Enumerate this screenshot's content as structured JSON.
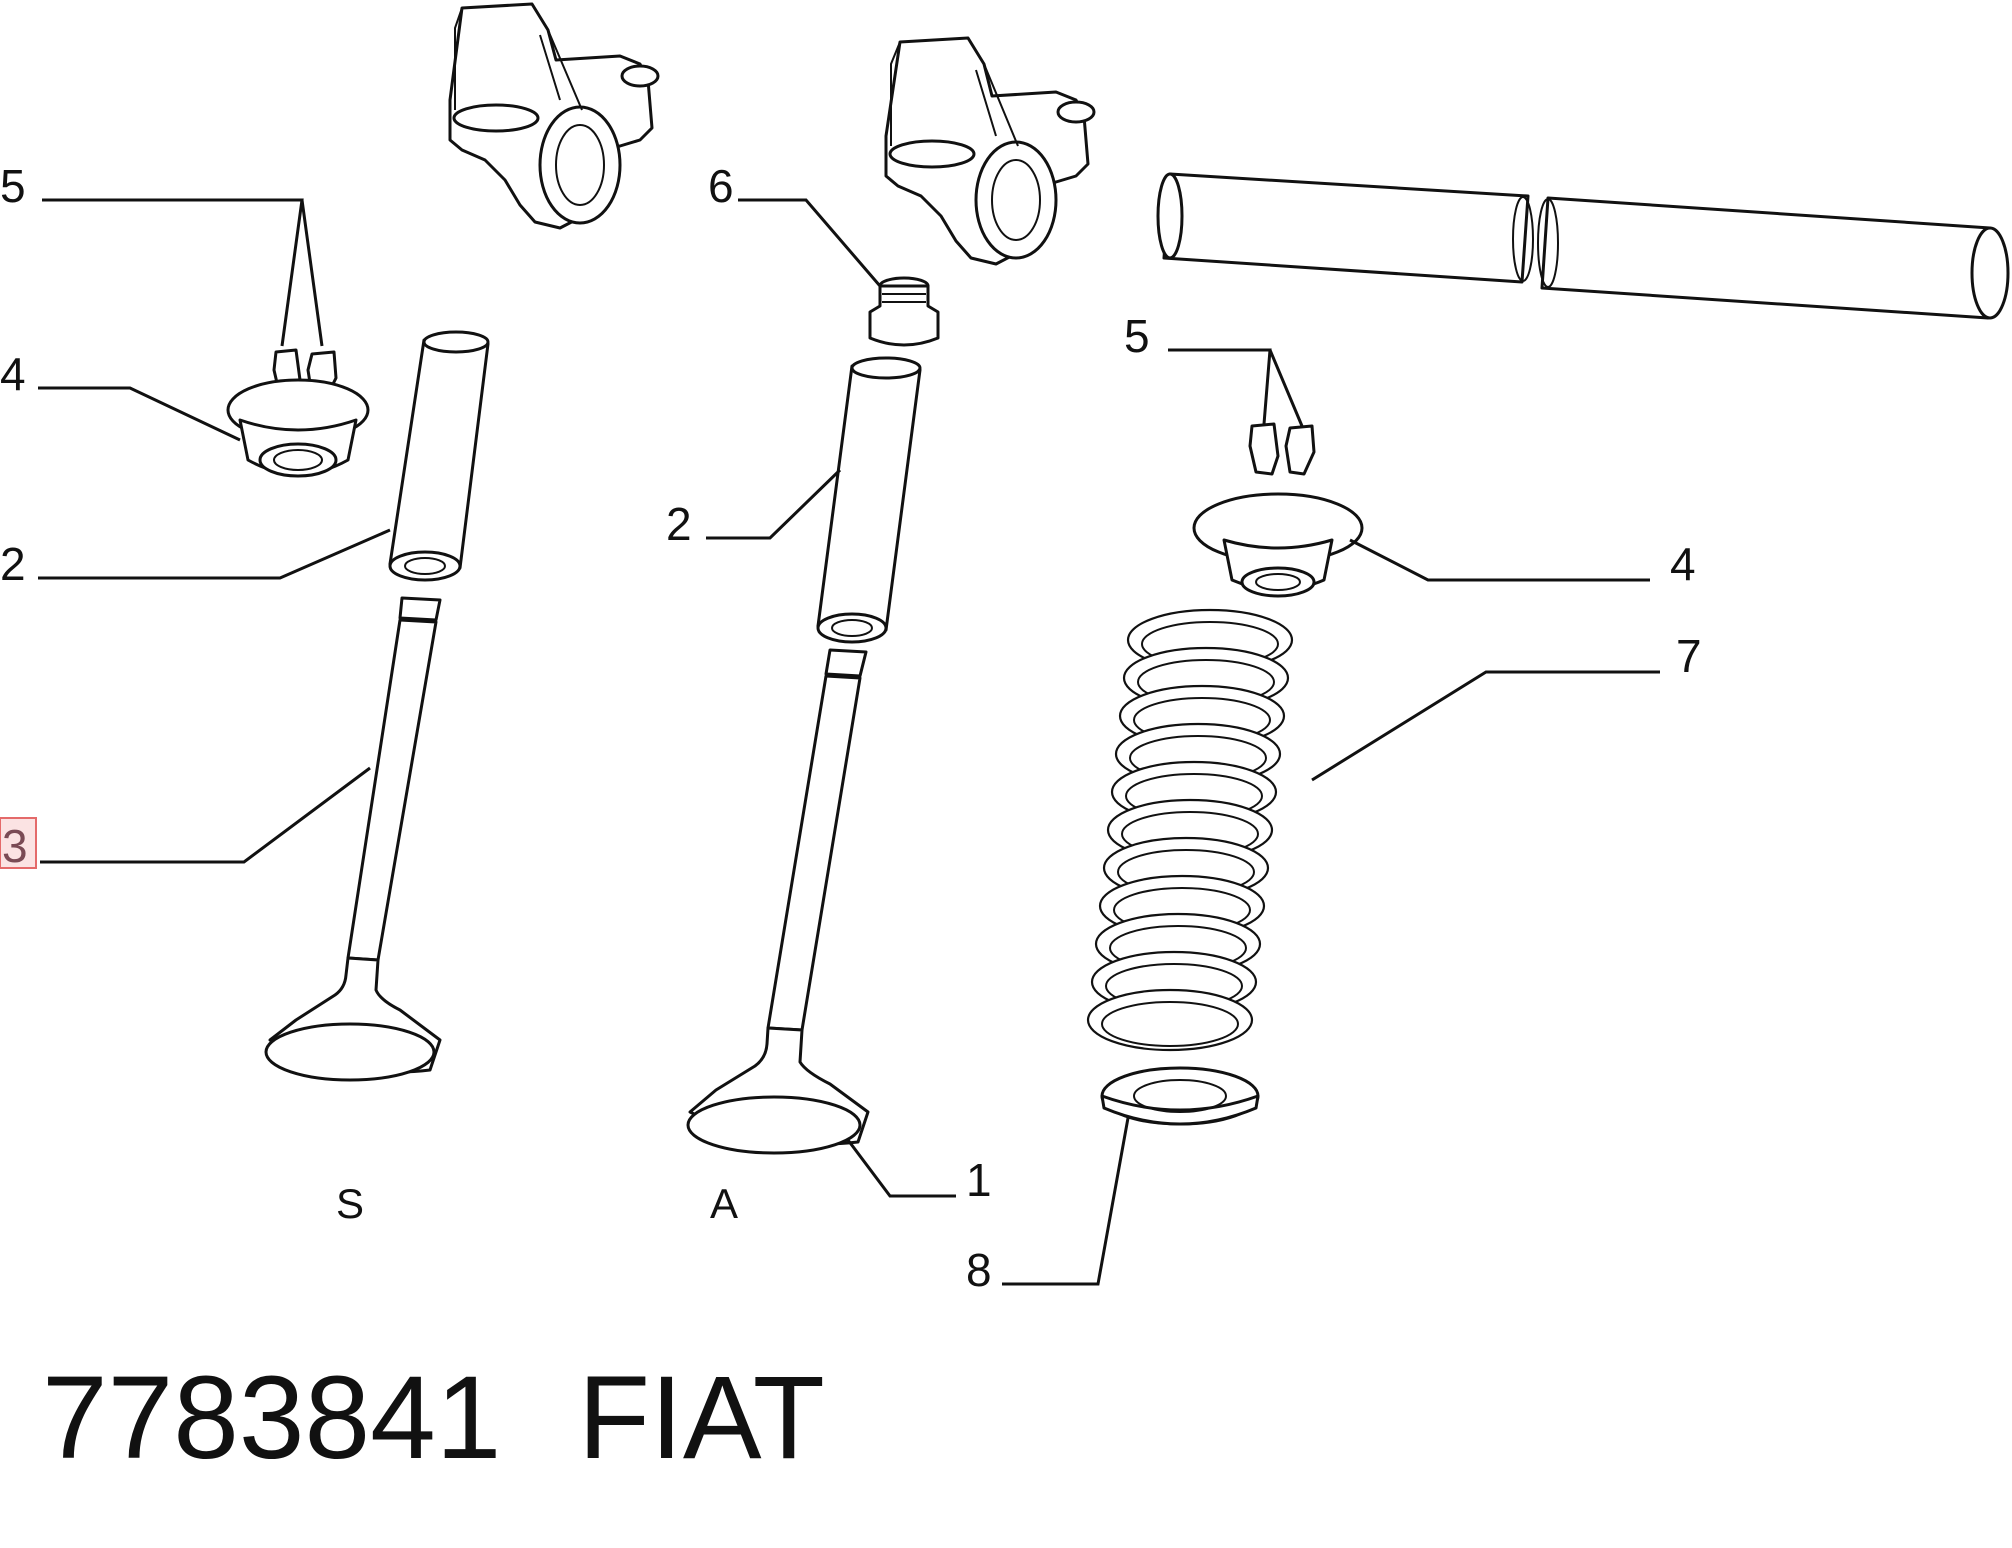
{
  "callouts": {
    "c5_left": "5",
    "c4_left": "4",
    "c2_left": "2",
    "c3_left": "3",
    "c6": "6",
    "c2_mid": "2",
    "c5_right": "5",
    "c4_right": "4",
    "c7": "7",
    "c1": "1",
    "c8": "8"
  },
  "views": {
    "exhaust": "S",
    "intake": "A"
  },
  "highlighted_callout": "3",
  "footer": {
    "part_number": "7783841",
    "brand": "FIAT"
  }
}
